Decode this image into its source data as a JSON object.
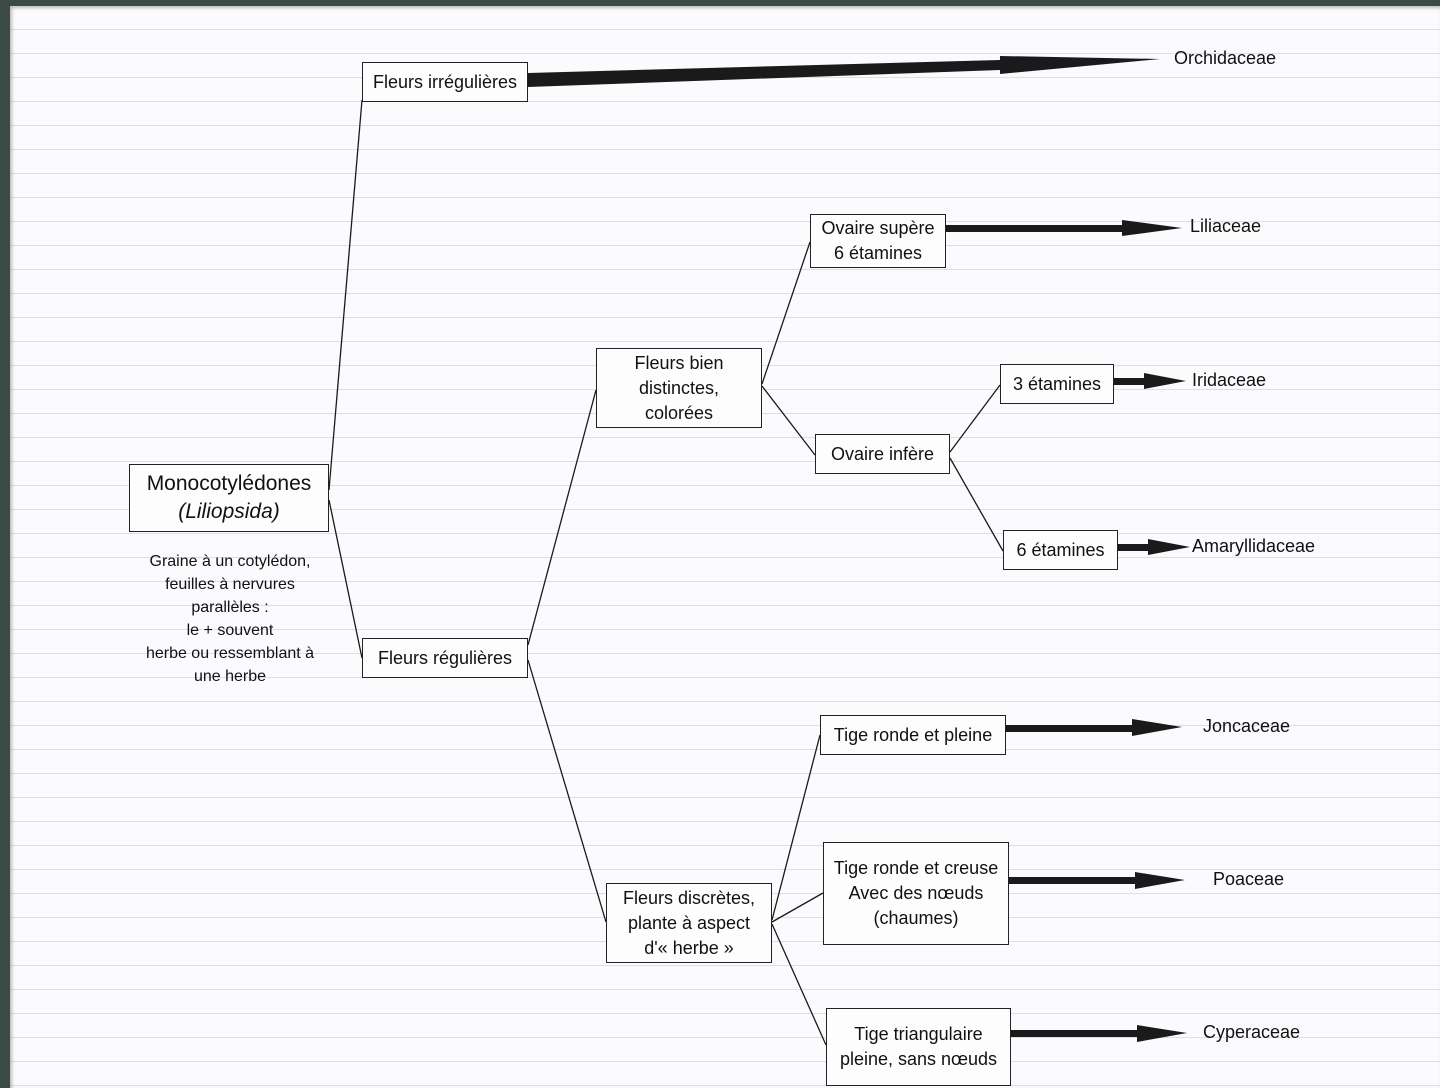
{
  "diagram": {
    "nodes": {
      "root": {
        "title": "Monocotylédones",
        "subtitle": "(Liliopsida)"
      },
      "irreg": "Fleurs irrégulières",
      "reg": "Fleurs régulières",
      "bien": "Fleurs bien\ndistinctes,\ncolorées",
      "discretes": "Fleurs discrètes,\nplante à aspect\nd'« herbe »",
      "supere": "Ovaire supère\n6 étamines",
      "infere": "Ovaire infère",
      "etam3": "3 étamines",
      "etam6": "6 étamines",
      "ronde_pleine": "Tige ronde et pleine",
      "ronde_creuse": "Tige ronde et creuse\nAvec des nœuds\n(chaumes)",
      "triang": "Tige triangulaire\npleine, sans nœuds"
    },
    "description": "Graine à un cotylédon,\nfeuilles à nervures\nparallèles :\nle + souvent\nherbe ou ressemblant à\nune herbe",
    "families": {
      "orchidaceae": "Orchidaceae",
      "liliaceae": "Liliaceae",
      "iridaceae": "Iridaceae",
      "amaryllidaceae": "Amaryllidaceae",
      "joncaceae": "Joncaceae",
      "poaceae": "Poaceae",
      "cyperaceae": "Cyperaceae"
    },
    "colors": {
      "ink": "#1a1a1a",
      "paper": "#fbfbfd",
      "rule": "#dcdfe9"
    }
  }
}
